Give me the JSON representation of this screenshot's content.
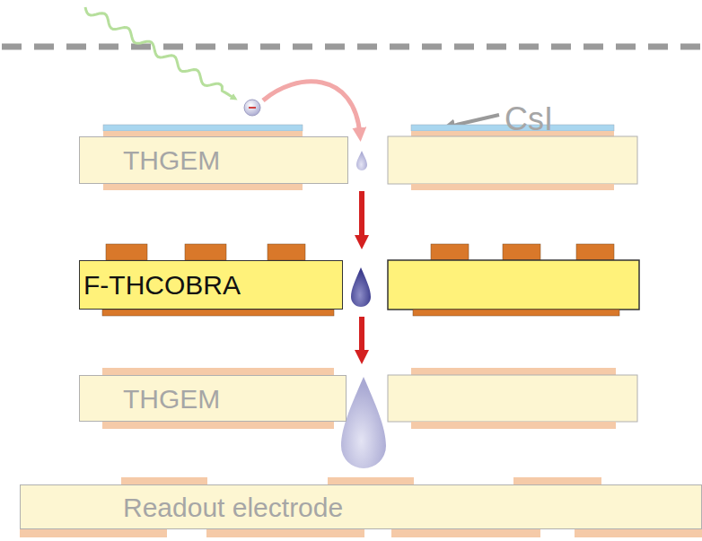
{
  "diagram": {
    "nodes": [
      {
        "text": [
          "THGEM"
        ]
      },
      {
        "text": [
          "F-THCOBRA"
        ]
      },
      {
        "text": [
          "THGEM"
        ]
      },
      {
        "text": [
          "Readout electrode"
        ]
      }
    ],
    "edges": [
      {
        "from": 0,
        "to": 1,
        "arrow": "to"
      },
      {
        "from": 1,
        "to": 2,
        "arrow": "to"
      }
    ],
    "labels": [
      "CsI"
    ]
  }
}
